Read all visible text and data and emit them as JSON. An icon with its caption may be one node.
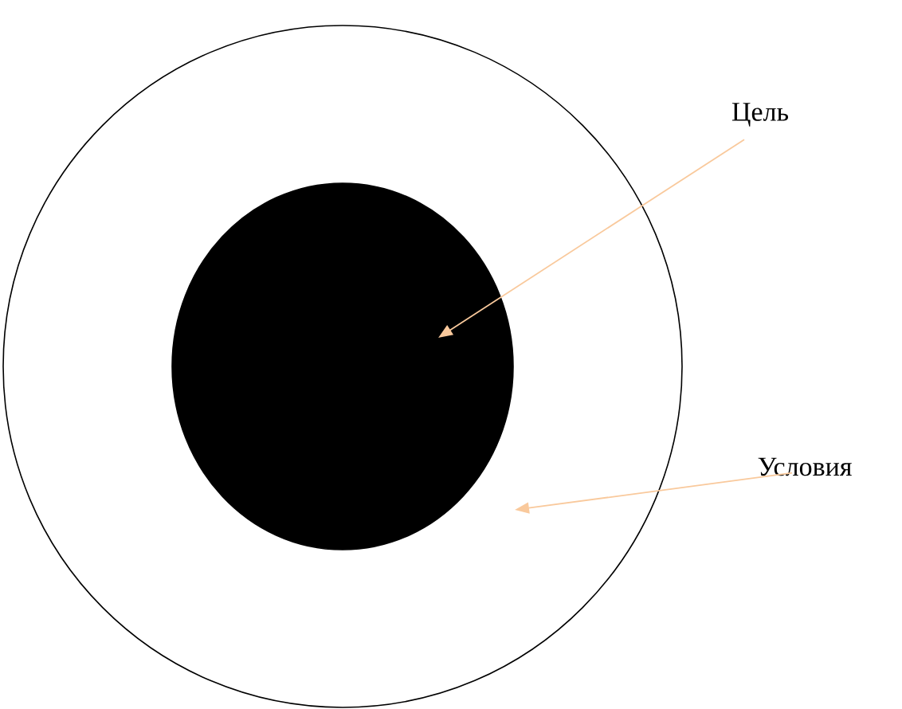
{
  "diagram": {
    "nodes": [
      {
        "text": [],
        "shape": "circle"
      },
      {
        "text": [],
        "shape": "circle",
        "in": 0
      },
      {
        "text": [
          "Цель"
        ]
      },
      {
        "text": [
          "Условия"
        ]
      }
    ],
    "edges": [
      {
        "from": 2,
        "to": 1,
        "arrow": "to",
        "color": "#f9c99c"
      },
      {
        "from": 3,
        "to": 0,
        "arrow": "to",
        "color": "#f9c99c"
      }
    ]
  }
}
